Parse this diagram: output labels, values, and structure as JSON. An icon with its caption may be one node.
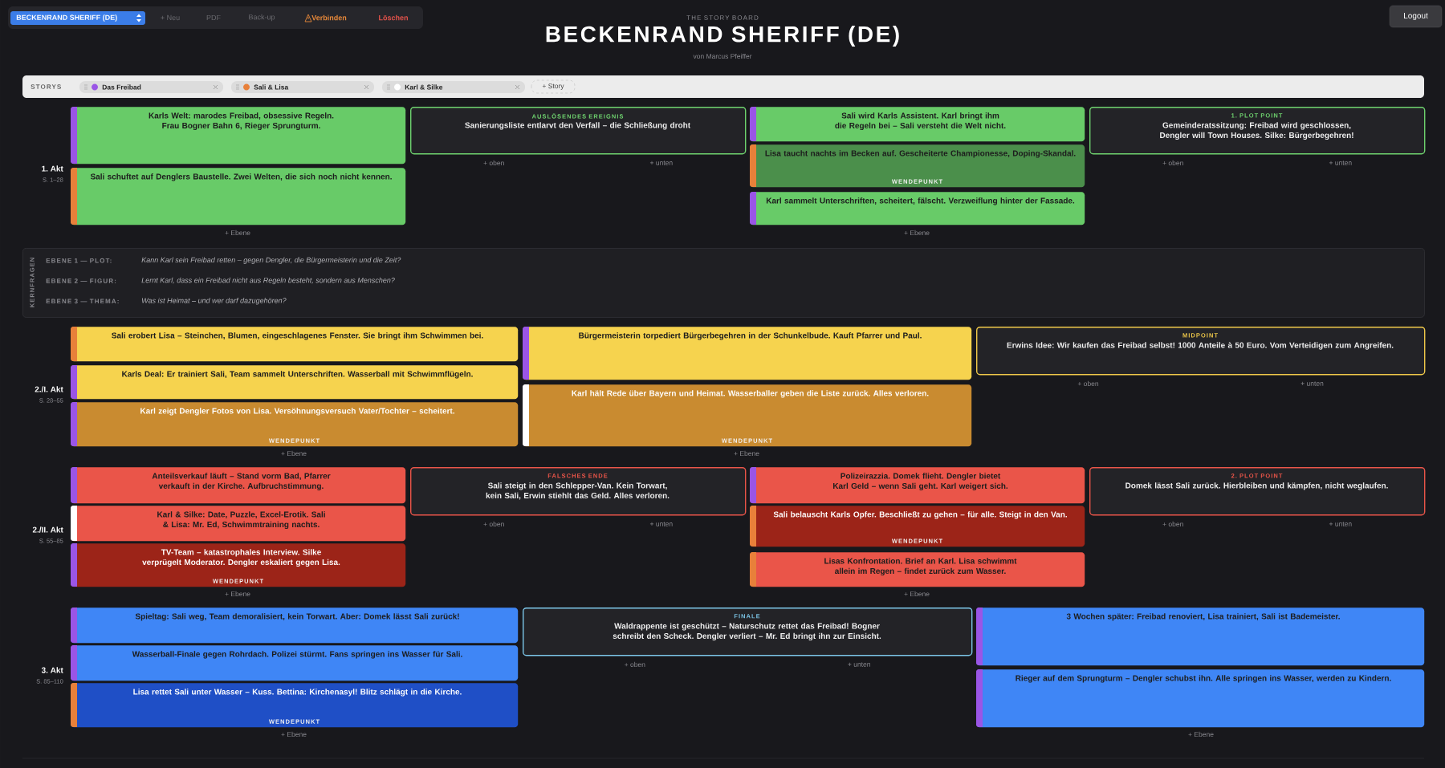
{
  "diagram": {
    "title": "BECKENRAND SHERIFF (DE)",
    "nodes": [
      {
        "text": [
          "Karls Welt: marodes Freibad, obsessive Regeln. Frau Bogner Bahn 6, Rieger Sprungturm."
        ]
      },
      {
        "text": [
          "Sali schuftet auf Denglers Baustelle. Zwei Welten, die sich noch nicht kennen."
        ]
      },
      {
        "text": [
          "AUSLÖSENDES EREIGNIS",
          "Sanierungsliste entlarvt den Verfall – die Schließung droht"
        ],
        "beside": [
          "+ oben",
          "+ unten"
        ]
      },
      {
        "text": [
          "Sali wird Karls Assistent. Karl bringt ihm die Regeln bei – Sali versteht die Welt nicht."
        ]
      },
      {
        "text": [
          "Lisa taucht nachts im Becken auf. Gescheiterte Championesse, Doping-Skandal.",
          "WENDEPUNKT"
        ]
      },
      {
        "text": [
          "Karl sammelt Unterschriften, scheitert, fälscht. Verzweiflung hinter der Fassade."
        ]
      },
      {
        "text": [
          "1. PLOT POINT",
          "Gemeinderatssitzung: Freibad wird geschlossen, Dengler will Town Houses. Silke: Bürgerbegehren!"
        ],
        "beside": [
          "+ oben",
          "+ unten"
        ]
      },
      {
        "text": [
          "KERNFRAGEN",
          "EBENE 1 — PLOT:",
          "Kann Karl sein Freibad retten – gegen Dengler, die Bürgermeisterin und die Zeit?",
          "EBENE 2 — FIGUR:",
          "Lernt Karl, dass ein Freibad nicht aus Regeln besteht, sondern aus Menschen?",
          "EBENE 3 — THEMA:",
          "Was ist Heimat – und wer darf dazugehören?"
        ]
      },
      {
        "text": [
          "Sali erobert Lisa – Steinchen, Blumen, eingeschlagenes Fenster. Sie bringt ihm Schwimmen bei."
        ]
      },
      {
        "text": [
          "Karls Deal: Er trainiert Sali, Team sammelt Unterschriften. Wasserball mit Schwimmflügeln."
        ]
      },
      {
        "text": [
          "Karl zeigt Dengler Fotos von Lisa. Versöhnungsversuch Vater/Tochter – scheitert.",
          "WENDEPUNKT"
        ]
      },
      {
        "text": [
          "Bürgermeisterin torpediert Bürgerbegehren in der Schunkelbude. Kauft Pfarrer und Paul."
        ]
      },
      {
        "text": [
          "Karl hält Rede über Bayern und Heimat. Wasserballer geben die Liste zurück. Alles verloren.",
          "WENDEPUNKT"
        ]
      },
      {
        "text": [
          "MIDPOINT",
          "Erwins Idee: Wir kaufen das Freibad selbst! 1000 Anteile à 50 Euro. Vom Verteidigen zum Angreifen."
        ],
        "beside": [
          "+ oben",
          "+ unten"
        ]
      },
      {
        "text": [
          "Anteilsverkauf läuft – Stand vorm Bad, Pfarrer verkauft in der Kirche. Aufbruchstimmung."
        ]
      },
      {
        "text": [
          "Karl & Silke: Date, Puzzle, Excel-Erotik. Sali & Lisa: Mr. Ed, Schwimmtraining nachts."
        ]
      },
      {
        "text": [
          "TV-Team – katastrophales Interview. Silke verprügelt Moderator. Dengler eskaliert gegen Lisa.",
          "WENDEPUNKT"
        ]
      },
      {
        "text": [
          "FALSCHES ENDE",
          "Sali steigt in den Schlepper-Van. Kein Torwart, kein Sali, Erwin stiehlt das Geld. Alles verloren."
        ],
        "beside": [
          "+ oben",
          "+ unten"
        ]
      },
      {
        "text": [
          "Polizeirazzia. Domek flieht. Dengler bietet Karl Geld – wenn Sali geht. Karl weigert sich."
        ]
      },
      {
        "text": [
          "Sali belauscht Karls Opfer. Beschließt zu gehen – für alle. Steigt in den Van.",
          "WENDEPUNKT"
        ]
      },
      {
        "text": [
          "Lisas Konfrontation. Brief an Karl. Lisa schwimmt allein im Regen – findet zurück zum Wasser."
        ]
      },
      {
        "text": [
          "2. PLOT POINT",
          "Domek lässt Sali zurück. Hierbleiben und kämpfen, nicht weglaufen."
        ],
        "beside": [
          "+ oben",
          "+ unten"
        ]
      },
      {
        "text": [
          "Spieltag: Sali weg, Team demoralisiert, kein Torwart. Aber: Domek lässt Sali zurück!"
        ]
      },
      {
        "text": [
          "Wasserball-Finale gegen Rohrdach. Polizei stürmt. Fans springen ins Wasser für Sali."
        ]
      },
      {
        "text": [
          "Lisa rettet Sali unter Wasser – Kuss. Bettina: Kirchenasyl! Blitz schlägt in die Kirche.",
          "WENDEPUNKT"
        ]
      },
      {
        "text": [
          "FINALE",
          "Waldrappente ist geschützt – Naturschutz rettet das Freibad! Bogner schreibt den Scheck. Dengler verliert – Mr. Ed bringt ihn zur Einsicht."
        ],
        "beside": [
          "+ oben",
          "+ unten"
        ]
      },
      {
        "text": [
          "3 Wochen später: Freibad renoviert, Lisa trainiert, Sali ist Bademeister."
        ]
      },
      {
        "text": [
          "Rieger auf dem Sprungturm – Dengler schubst ihn. Alle springen ins Wasser, werden zu Kindern."
        ]
      }
    ],
    "labels": [
      "BECKENRAND SHERIFF (DE)",
      "+ Neu",
      "PDF",
      "Back-up",
      "Verbinden",
      "Löschen",
      "THE STORY BOARD",
      "Logout",
      "von Marcus Pfeiffer",
      "STORYS",
      "+ Story",
      "1. Akt",
      "S. 1–28",
      "+ Ebene",
      "+ Ebene",
      "2./I. Akt",
      "S. 28–55",
      "+ Ebene",
      "+ Ebene",
      "2./II. Akt",
      "S. 55–85",
      "+ Ebene",
      "+ Ebene",
      "3. Akt",
      "S. 85–110",
      "+ Ebene",
      "+ Ebene"
    ],
    "legend": [
      {
        "text": "Das Freibad",
        "color": "#9a55e6"
      },
      {
        "text": "Sali & Lisa",
        "color": "#e8803a"
      },
      {
        "text": "Karl & Silke",
        "color": "#ffffff"
      }
    ]
  }
}
